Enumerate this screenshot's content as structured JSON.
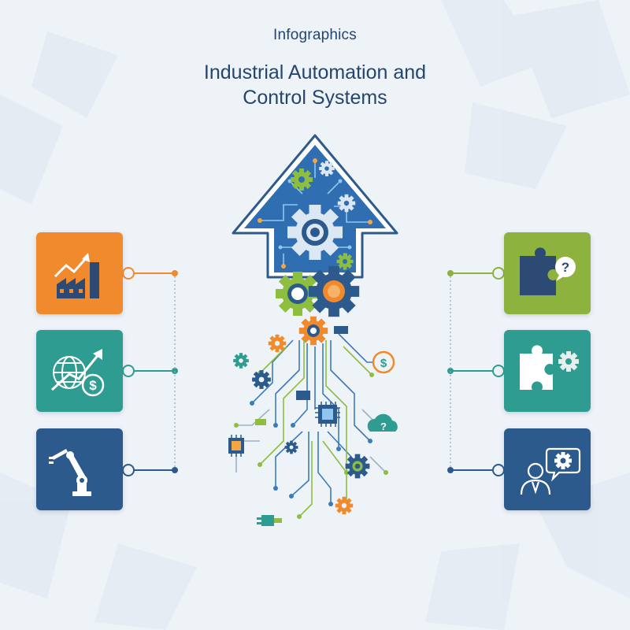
{
  "header": {
    "subtitle": "Infographics",
    "title_line1": "Industrial Automation and",
    "title_line2": "Control Systems"
  },
  "colors": {
    "orange": "#f08a2c",
    "teal": "#2f9c91",
    "navy": "#2c5a8c",
    "green": "#8db23e",
    "title": "#23456e",
    "circuit_blue": "#3a7bbf",
    "circuit_green": "#8dbe3f"
  },
  "left_tiles": [
    {
      "icon": "factory-growth-icon",
      "color": "#f08a2c"
    },
    {
      "icon": "global-finance-icon",
      "color": "#2f9c91"
    },
    {
      "icon": "robot-arm-icon",
      "color": "#2c5a8c"
    }
  ],
  "right_tiles": [
    {
      "icon": "puzzle-question-icon",
      "color": "#8db23e"
    },
    {
      "icon": "puzzle-gear-icon",
      "color": "#2f9c91"
    },
    {
      "icon": "person-gear-icon",
      "color": "#2c5a8c"
    }
  ],
  "central_graphic": {
    "icon": "circuit-arrow-gears-icon"
  }
}
